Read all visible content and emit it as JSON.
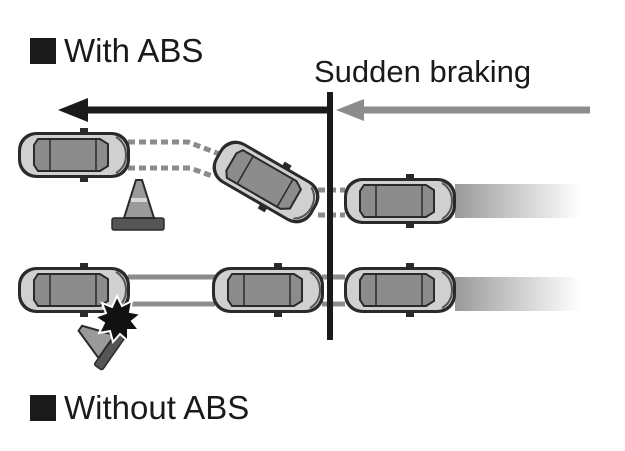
{
  "labels": {
    "with_abs": "With ABS",
    "without_abs": "Without ABS",
    "sudden_braking": "Sudden braking"
  },
  "icons": [
    "car-icon",
    "traffic-cone-icon",
    "collision-burst-icon",
    "arrow-left-icon"
  ],
  "colors": {
    "ink": "#1a1a1a",
    "car_body": "#c8c8c8",
    "car_roof": "#8a8a8a",
    "skid_trace": "#8c8c8c",
    "incoming_arrow": "#8c8c8c"
  }
}
